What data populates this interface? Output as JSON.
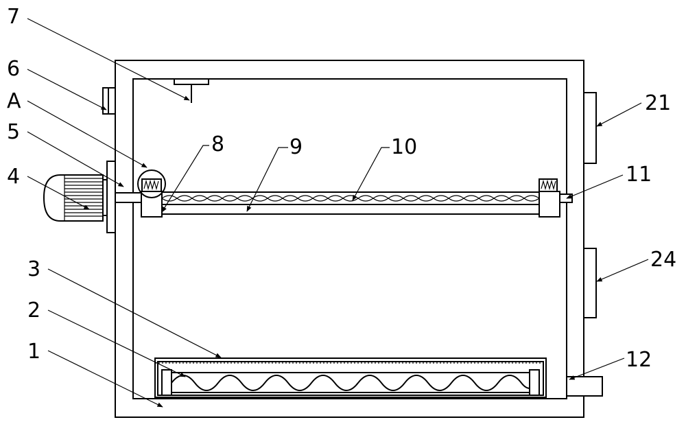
{
  "labels": {
    "l1": "1",
    "l2": "2",
    "l3": "3",
    "l4": "4",
    "l5": "5",
    "l6": "6",
    "l7": "7",
    "lA": "A",
    "l8": "8",
    "l9": "9",
    "l10": "10",
    "l11": "11",
    "l12": "12",
    "l21": "21",
    "l24": "24"
  }
}
